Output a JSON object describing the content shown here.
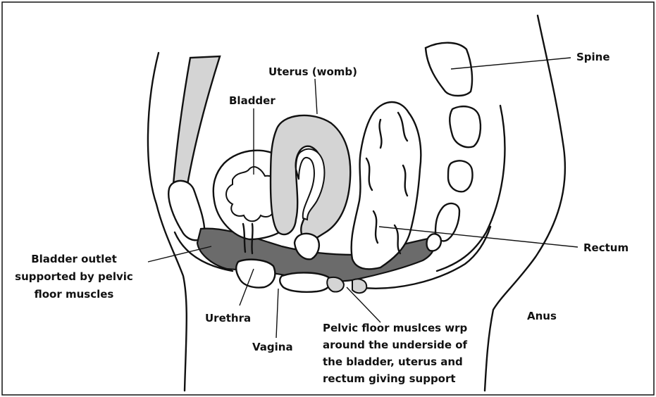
{
  "labels": {
    "spine": "Spine",
    "uterus": "Uterus (womb)",
    "bladder": "Bladder",
    "rectum": "Rectum",
    "bladder_outlet": [
      "Bladder outlet",
      "supported by pelvic",
      "floor muscles"
    ],
    "urethra": "Urethra",
    "vagina": "Vagina",
    "anus": "Anus",
    "pelvic_floor": [
      "Pelvic floor muslces wrp",
      "around the underside of",
      "the bladder, uterus and",
      "rectum giving support"
    ]
  },
  "colors": {
    "muscle": "#6b6b6b",
    "organ_light": "#d4d4d4",
    "outline": "#111111",
    "background": "#ffffff"
  }
}
